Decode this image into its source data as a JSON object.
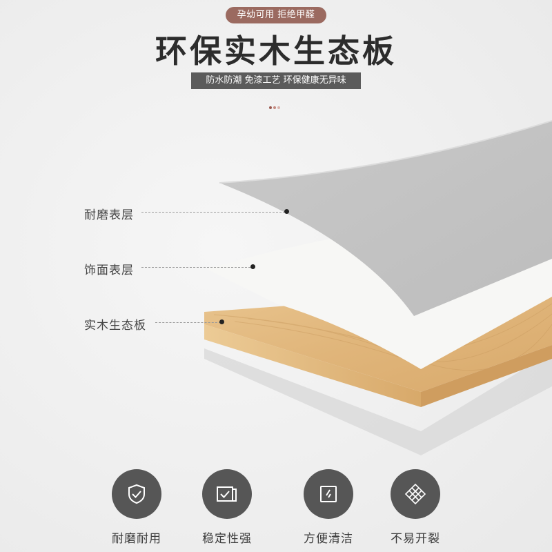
{
  "header": {
    "badge": "孕幼可用 拒绝甲醛",
    "title": "环保实木生态板",
    "subtitle": "防水防潮 免漆工艺 环保健康无异味"
  },
  "layers": [
    {
      "label": "耐磨表层"
    },
    {
      "label": "饰面表层"
    },
    {
      "label": "实木生态板"
    }
  ],
  "features": [
    {
      "label": "耐磨耐用",
      "icon": "shield-check-icon"
    },
    {
      "label": "稳定性强",
      "icon": "stacked-check-icon"
    },
    {
      "label": "方便清洁",
      "icon": "square-slash-icon"
    },
    {
      "label": "不易开裂",
      "icon": "lattice-icon"
    }
  ],
  "colors": {
    "badge": "#9b6a60",
    "title": "#2c2c2c",
    "subtitle_bg": "#5b5b5b",
    "icon_circle": "#565656",
    "wood": "#e6c08a"
  }
}
